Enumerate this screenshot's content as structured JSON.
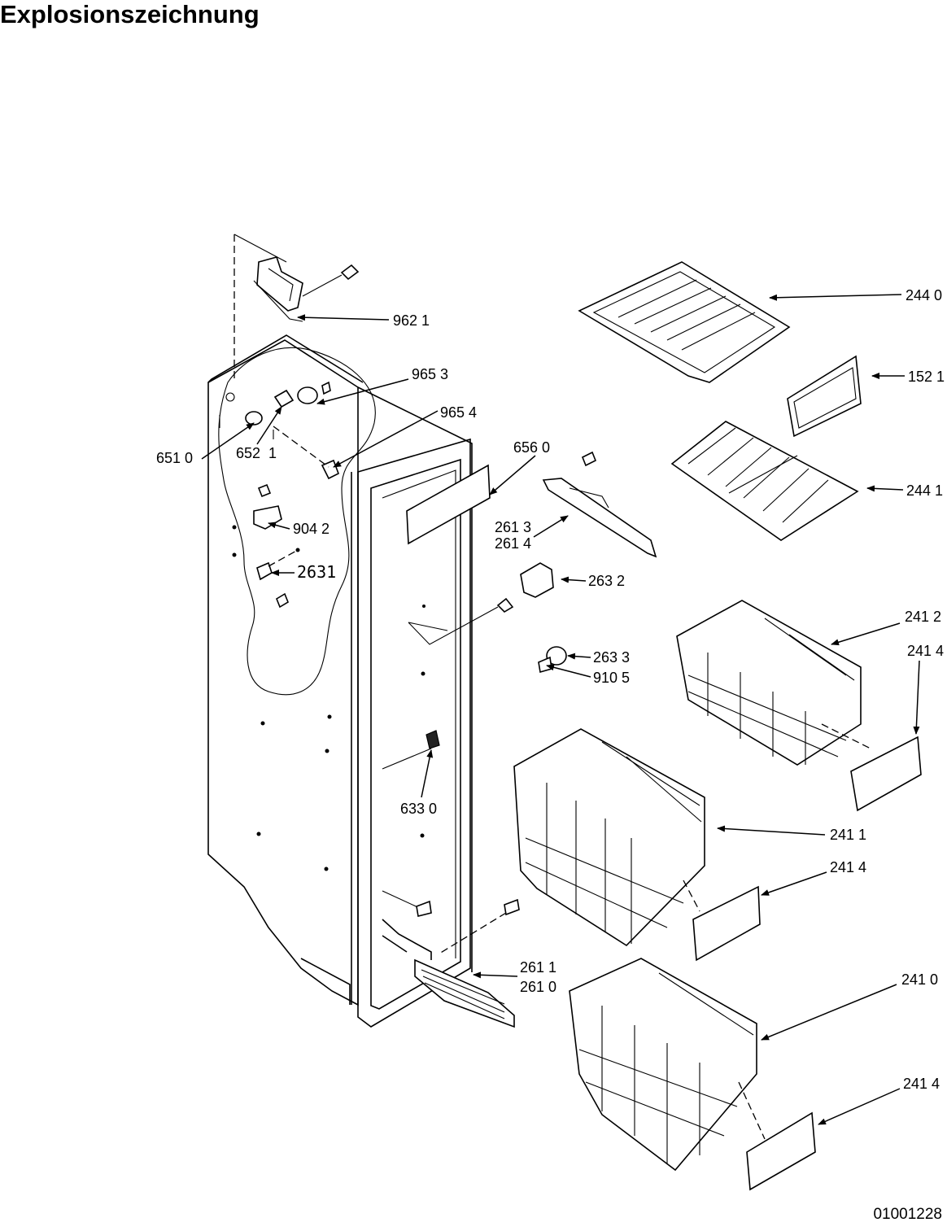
{
  "title": "Explosionszeichnung",
  "document_number": "01001228",
  "labels": {
    "p9621": "962 1",
    "p9653": "965 3",
    "p9654": "965 4",
    "p6510": "651 0",
    "p6521": "652  1",
    "p6560": "656 0",
    "p9042": "904 2",
    "p2631": "2631",
    "p2613": "261 3",
    "p2614": "261 4",
    "p2632": "263 2",
    "p2633": "263 3",
    "p9105": "910 5",
    "p6330": "633 0",
    "p2611": "261 1",
    "p2610": "261 0",
    "p2440": "244 0",
    "p1521": "152 1",
    "p2441": "244 1",
    "p2412": "241 2",
    "p2414a": "241 4",
    "p2411": "241 1",
    "p2414b": "241 4",
    "p2410": "241 0",
    "p2414c": "241 4"
  }
}
